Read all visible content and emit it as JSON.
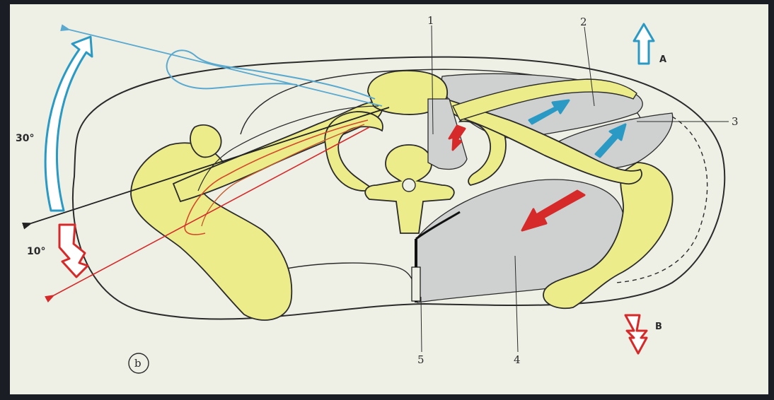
{
  "diagram": {
    "callout_numbers": [
      "1",
      "2",
      "3",
      "4",
      "5"
    ],
    "angles": {
      "upper": "30°",
      "lower": "10°"
    },
    "direction_markers": {
      "up": "A",
      "down": "B"
    },
    "panel_label": "b",
    "colors": {
      "paper": "#eef0e6",
      "bone": "#ecec8a",
      "bone_outline": "#2b2b2b",
      "muscle": "#cfd1d1",
      "blue_arrow": "#2a9ac4",
      "blue_line": "#5aa9cf",
      "red_arrow": "#d62a2a",
      "outline": "#2b2b2b"
    }
  }
}
